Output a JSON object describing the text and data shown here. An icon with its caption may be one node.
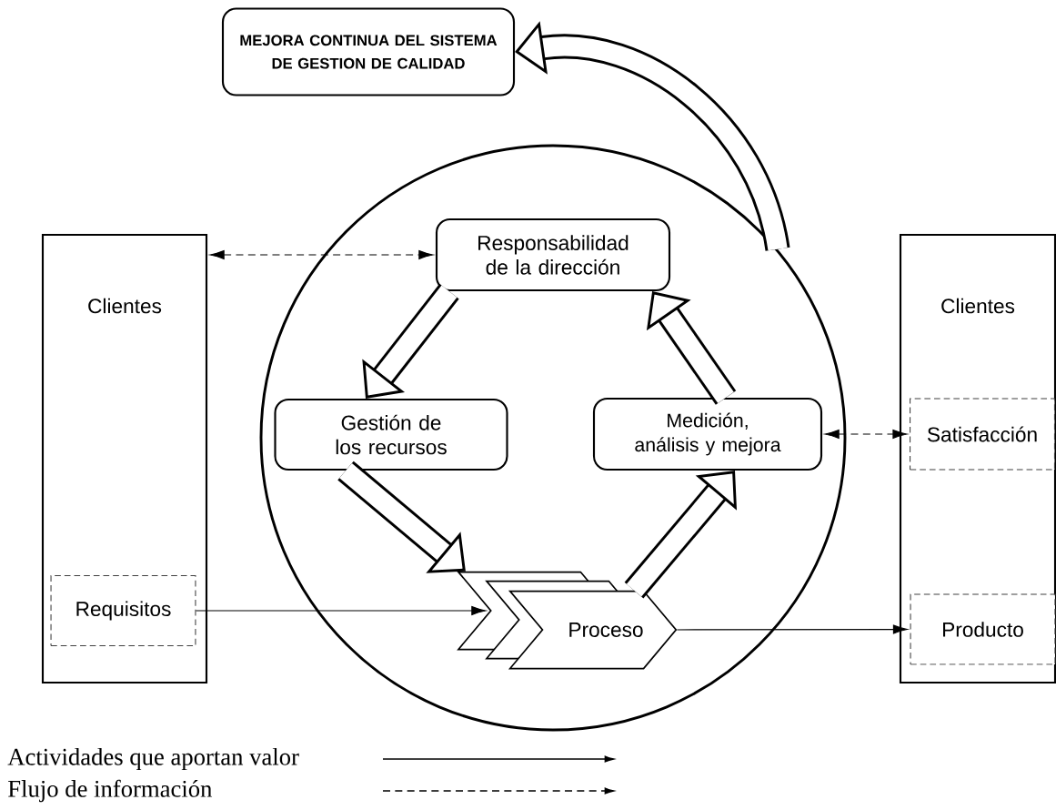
{
  "diagram": {
    "nodes": [
      {
        "text": [
          "MEJORA CONTINUA DEL SISTEMA DE GESTION DE CALIDAD"
        ]
      },
      {
        "text": [],
        "shape": "circle"
      },
      {
        "text": [
          "Clientes"
        ]
      },
      {
        "text": [
          "Requisitos"
        ],
        "in": 2
      },
      {
        "text": [
          "Responsabilidad de la dirección"
        ],
        "in": 1
      },
      {
        "text": [
          "Gestión de los recursos"
        ],
        "in": 1
      },
      {
        "text": [
          "Medición, análisis y mejora"
        ],
        "in": 1
      },
      {
        "text": [
          "Proceso"
        ],
        "in": 1
      },
      {
        "text": [
          "Clientes"
        ]
      },
      {
        "text": [
          "Satisfacción"
        ],
        "in": 8
      },
      {
        "text": [
          "Producto"
        ],
        "in": 8
      }
    ],
    "edges": [
      {
        "from": 2,
        "to": 4,
        "arrow": "both",
        "style": "dashed"
      },
      {
        "from": 4,
        "to": 5,
        "arrow": "to"
      },
      {
        "from": 5,
        "to": 7,
        "arrow": "to"
      },
      {
        "from": 7,
        "to": 6,
        "arrow": "to"
      },
      {
        "from": 6,
        "to": 4,
        "arrow": "to"
      },
      {
        "from": 1,
        "to": 0,
        "arrow": "to"
      },
      {
        "from": 3,
        "to": 7,
        "arrow": "to"
      },
      {
        "from": 7,
        "to": 10,
        "arrow": "to"
      },
      {
        "from": 6,
        "to": 9,
        "arrow": "both",
        "style": "dashed"
      }
    ],
    "legend": [
      {
        "text": "Actividades que aportan valor"
      },
      {
        "text": "Flujo de información"
      }
    ]
  }
}
